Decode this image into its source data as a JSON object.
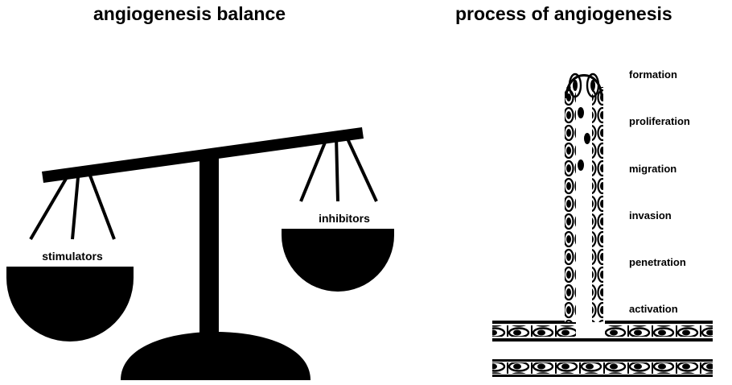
{
  "left_panel": {
    "title": "angiogenesis balance",
    "left_pan_label": "stimulators",
    "right_pan_label": "inhibitors"
  },
  "right_panel": {
    "title": "process of angiogenesis",
    "stages": [
      {
        "label": "formation"
      },
      {
        "label": "proliferation"
      },
      {
        "label": "migration"
      },
      {
        "label": "invasion"
      },
      {
        "label": "penetration"
      },
      {
        "label": "activation"
      }
    ]
  }
}
